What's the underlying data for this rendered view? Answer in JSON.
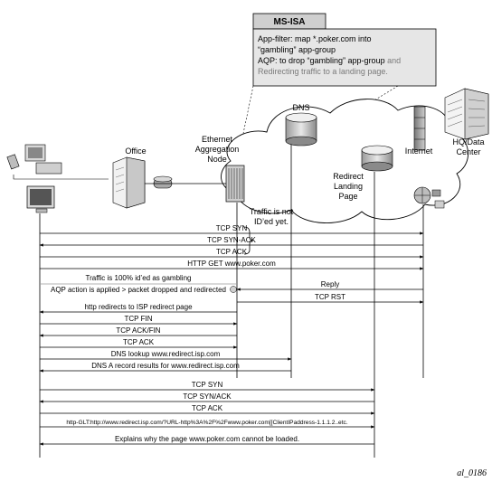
{
  "msisa": {
    "title": "MS-ISA",
    "line1": "App-filter: map *.poker.com into",
    "line2": "“gambling” app-group",
    "line3_dark": "AQP: to drop “gambling” app-group",
    "line3_gray": " and",
    "line4": "Redirecting traffic to a landing page."
  },
  "nodes": {
    "office": "Office",
    "ean_line1": "Ethernet",
    "ean_line2": "Aggregation",
    "ean_line3": "Node",
    "dns": "DNS",
    "redirect_line1": "Redirect",
    "redirect_line2": "Landing",
    "redirect_line3": "Page",
    "internet": "Internet",
    "hq_line1": "HQ/Data",
    "hq_line2": "Center"
  },
  "note": {
    "line1": "Traffic is not",
    "line2": "ID’ed yet."
  },
  "messages": [
    {
      "text": "TCP SYN",
      "dir": "right",
      "from": "client",
      "to": "hq"
    },
    {
      "text": "TCP SYN-ACK",
      "dir": "left",
      "from": "hq",
      "to": "client"
    },
    {
      "text": "TCP ACK",
      "dir": "right",
      "from": "client",
      "to": "hq"
    },
    {
      "text": "HTTP GET www.poker.com",
      "dir": "right",
      "from": "client",
      "to": "hq"
    },
    {
      "text": "Traffic is 100% id’ed as gambling",
      "dir": "note",
      "from": "client",
      "to": "ean",
      "style": "gray"
    },
    {
      "text": "Reply",
      "dir": "left",
      "from": "hq",
      "to": "ean"
    },
    {
      "text": "AQP action is applied > packet dropped and redirected",
      "dir": "note",
      "from": "client",
      "to": "ean"
    },
    {
      "text": "TCP RST",
      "dir": "right",
      "from": "ean",
      "to": "hq"
    },
    {
      "text": "http redirects to ISP redirect page",
      "dir": "left",
      "from": "ean",
      "to": "client"
    },
    {
      "text": "TCP FIN",
      "dir": "right",
      "from": "client",
      "to": "ean"
    },
    {
      "text": "TCP ACK/FIN",
      "dir": "left",
      "from": "ean",
      "to": "client"
    },
    {
      "text": "TCP ACK",
      "dir": "right",
      "from": "client",
      "to": "ean"
    },
    {
      "text": "DNS lookup www.redirect.isp.com",
      "dir": "right",
      "from": "client",
      "to": "dns"
    },
    {
      "text": "DNS A record results for www.redirect.isp.com",
      "dir": "left",
      "from": "dns",
      "to": "client"
    },
    {
      "text": "TCP SYN",
      "dir": "right",
      "from": "client",
      "to": "redirect"
    },
    {
      "text": "TCP SYN/ACK",
      "dir": "left",
      "from": "redirect",
      "to": "client"
    },
    {
      "text": "TCP ACK",
      "dir": "right",
      "from": "client",
      "to": "redirect"
    },
    {
      "text": "http-GLT:http://www.redirect.isp.com/?URL-http%3A%2F%2Fwww.poker.com[[ClientIPaddress-1.1.1.2..etc.",
      "dir": "right",
      "from": "client",
      "to": "redirect",
      "style": "tiny"
    },
    {
      "text": "Explains why the page www.poker.com cannot be loaded.",
      "dir": "left",
      "from": "redirect",
      "to": "client"
    }
  ],
  "figure_id": "al_0186"
}
